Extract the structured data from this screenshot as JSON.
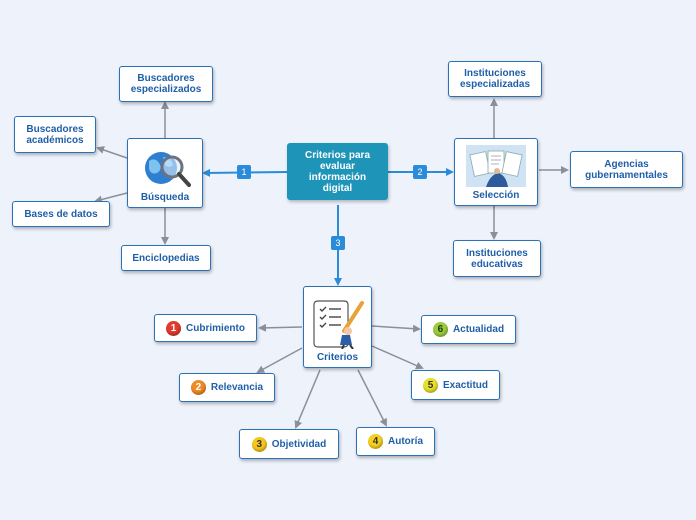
{
  "central": {
    "label": "Criterios para evaluar información digital"
  },
  "branches": [
    {
      "id": "busqueda",
      "number": "1",
      "label": "Búsqueda",
      "icon": "globe-magnifier-icon",
      "children": [
        "Buscadores especializados",
        "Buscadores académicos",
        "Bases de datos",
        "Enciclopedias"
      ]
    },
    {
      "id": "seleccion",
      "number": "2",
      "label": "Selección",
      "icon": "documents-hands-icon",
      "children": [
        "Instituciones especializadas",
        "Agencias gubernamentales",
        "Instituciones educativas"
      ]
    },
    {
      "id": "criterios",
      "number": "3",
      "label": "Criterios",
      "icon": "person-pencil-checklist-icon",
      "children": [
        {
          "number": "1",
          "label": "Cubrimiento",
          "color": "#e23b2e"
        },
        {
          "number": "2",
          "label": "Relevancia",
          "color": "#f08a24"
        },
        {
          "number": "3",
          "label": "Objetividad",
          "color": "#f6c719"
        },
        {
          "number": "4",
          "label": "Autoría",
          "color": "#f6d11e"
        },
        {
          "number": "5",
          "label": "Exactitud",
          "color": "#e8e02a"
        },
        {
          "number": "6",
          "label": "Actualidad",
          "color": "#9ccc3c"
        }
      ]
    }
  ],
  "colors": {
    "background": "#eef2fb",
    "node_border": "#2a72b8",
    "node_text": "#1f5fa7",
    "central_fill": "#1e95b8",
    "primary_connector": "#2a8bd8",
    "secondary_connector": "#8a8f98"
  }
}
